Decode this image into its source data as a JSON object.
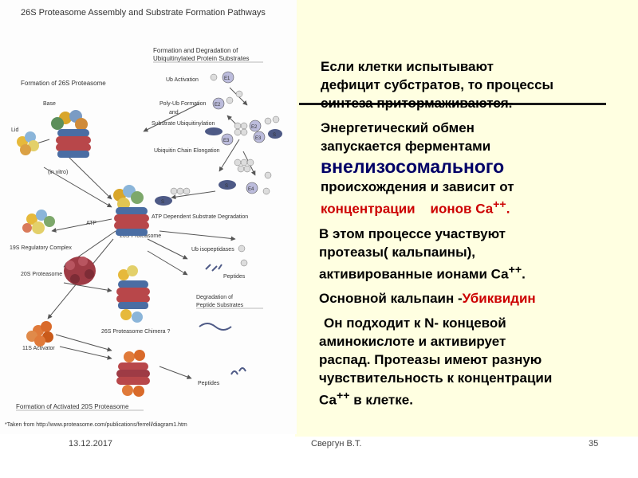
{
  "figure": {
    "title": "26S Proteasome Assembly and Substrate Formation Pathways",
    "right_heading": [
      "Formation and Degradation of",
      "Ubiquitinylated Protein Substrates"
    ],
    "left_heading": "Formation of 26S Proteasome",
    "labels": {
      "base": "Base",
      "lid": "Lid",
      "in_vitro": "(in vitro)",
      "ub_activation": "Ub Activation",
      "poly_ub": "Poly-Ub Formation",
      "and": "and",
      "substrate_ub": "Substrate Ubiquitinylation",
      "chain": "Ubiquitin Chain Elongation",
      "atp": "ATP",
      "atp_dep": "ATP Dependent Substrate Degradation",
      "ub_iso": "Ub isopeptidases",
      "peptides": "Peptides",
      "reg19": "19S Regulatory Complex",
      "p26": "26S Proteasome",
      "p20": "20S Proteasome",
      "deg1": "Degradation of",
      "deg2": "Peptide Substrates",
      "chimera": "26S Proteasome Chimera ?",
      "act11": "11S Activator",
      "peptides2": "Peptides",
      "formation_act": "Formation of Activated 20S Proteasome",
      "e1": "E1",
      "e2": "E2",
      "e3": "E3",
      "e4": "E4",
      "s": "S",
      "ub": "Ub"
    },
    "source_note": "*Taken from http://www.proteasome.com/publications/ferrell/diagram1.htm"
  },
  "text": {
    "p1": [
      "Если клетки испытывают",
      "дефицит субстратов, то процессы",
      "синтеза притормаживаются."
    ],
    "p2_a": [
      "Энергетический обмен",
      "запускается ферментами"
    ],
    "p2_b": "внелизосомального",
    "p2_c": "происхождения и зависит от",
    "p2_d": "концентрации",
    "p2_e": "ионов Са",
    "p2_e_sup": "++",
    "p2_e_end": ".",
    "p3": [
      "В этом процессе участвуют",
      "протеазы( кальпаины),"
    ],
    "p3_c": "активированные  ионами Са",
    "p3_c_sup": "++",
    "p3_c_end": ".",
    "p4_a": "Основной кальпаин -",
    "p4_b": "Убиквидин",
    "p5": [
      "Он подходит   к N- концевой",
      "аминокислоте и активирует",
      "распад. Протеазы имеют разную",
      "чувствительность  к концентрации"
    ],
    "p5_e": "Са",
    "p5_e_sup": "++",
    "p5_e_end": " в клетке."
  },
  "footer": {
    "date": "13.12.2017",
    "author": "Свергун В.Т.",
    "page": "35"
  },
  "colors": {
    "slide_bg": "#ffffe1",
    "accent_red": "#cc0000",
    "dark_blue": "#000066"
  }
}
